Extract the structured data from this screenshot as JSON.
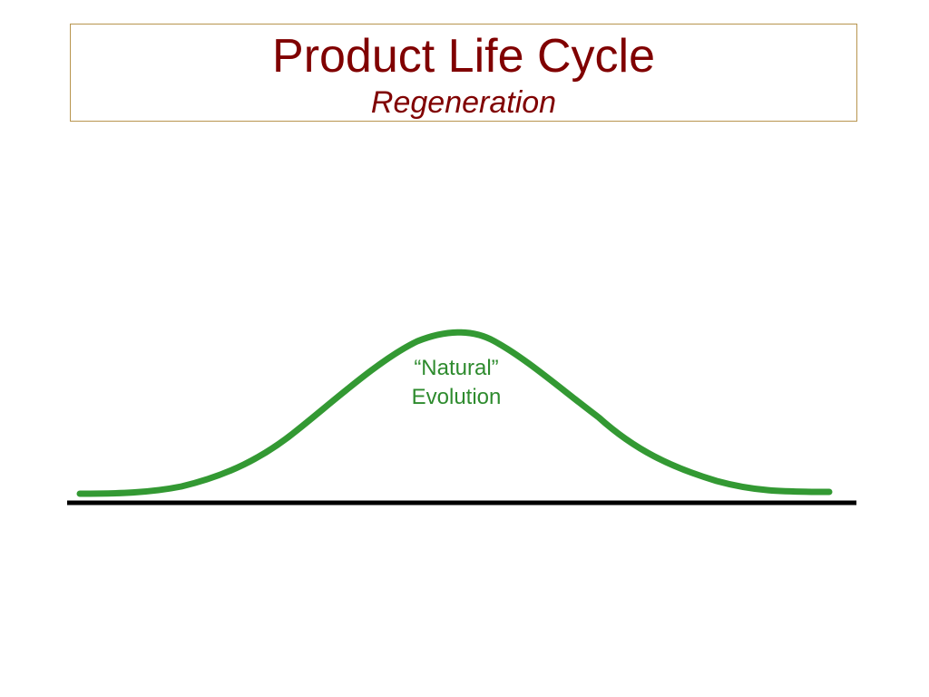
{
  "slide": {
    "title": "Product Life Cycle",
    "subtitle": "Regeneration"
  },
  "diagram": {
    "curve_label_line1": "“Natural”",
    "curve_label_line2": "Evolution",
    "curve_color": "#339933",
    "baseline_color": "#000000",
    "title_color": "#800000",
    "frame_color": "#b8954f"
  }
}
